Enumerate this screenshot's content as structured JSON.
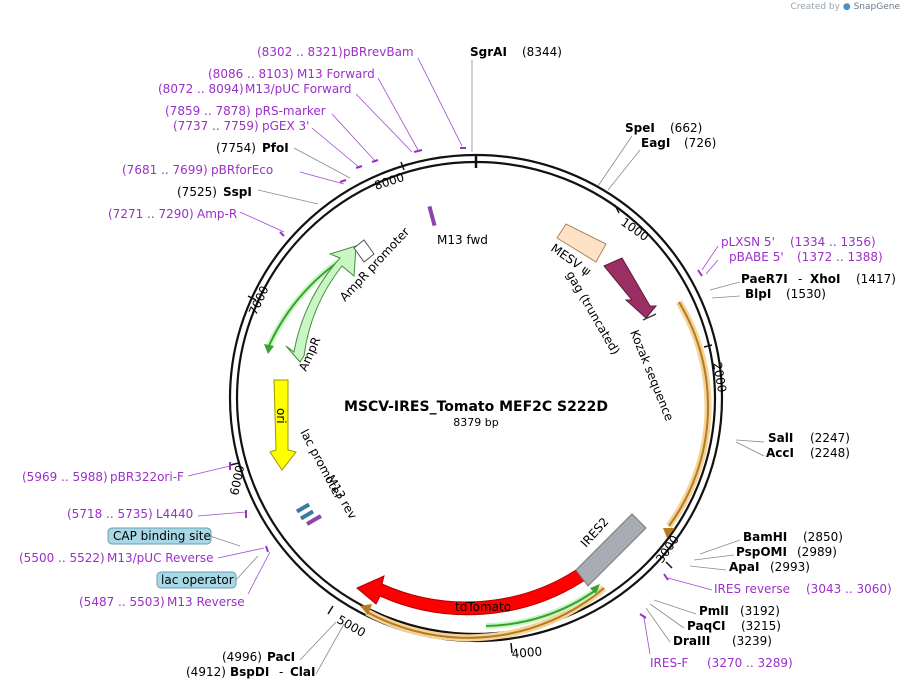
{
  "credit": {
    "prefix": "Created by",
    "brand": "SnapGene"
  },
  "plasmid": {
    "name": "MSCV-IRES_Tomato MEF2C S222D",
    "size": "8379 bp"
  },
  "ring_ticks": [
    "1000",
    "2000",
    "3000",
    "4000",
    "5000",
    "6000",
    "7000",
    "8000"
  ],
  "enzymes": [
    {
      "name": "SgrAI",
      "pos": "(8344)"
    },
    {
      "name": "SpeI",
      "pos": "(662)"
    },
    {
      "name": "EagI",
      "pos": "(726)"
    },
    {
      "name": "PaeR7I",
      "name2": "XhoI",
      "pos": "(1417)"
    },
    {
      "name": "BlpI",
      "pos": "(1530)"
    },
    {
      "name": "SalI",
      "pos": "(2247)"
    },
    {
      "name": "AccI",
      "pos": "(2248)"
    },
    {
      "name": "BamHI",
      "pos": "(2850)"
    },
    {
      "name": "PspOMI",
      "pos": "(2989)"
    },
    {
      "name": "ApaI",
      "pos": "(2993)"
    },
    {
      "name": "PmlI",
      "pos": "(3192)"
    },
    {
      "name": "PaqCI",
      "pos": "(3215)"
    },
    {
      "name": "DraIII",
      "pos": "(3239)"
    },
    {
      "name": "PacI",
      "pos": "(4996)"
    },
    {
      "name": "BspDI",
      "name2": "ClaI",
      "pos": "(4912)"
    },
    {
      "name": "SspI",
      "pos": "(7525)"
    },
    {
      "name": "PfoI",
      "pos": "(7754)"
    }
  ],
  "primers": [
    {
      "name": "pBRrevBam",
      "range": "(8302 .. 8321)"
    },
    {
      "name": "M13 Forward",
      "range": "(8086 .. 8103)"
    },
    {
      "name": "M13/pUC Forward",
      "range": "(8072 .. 8094)"
    },
    {
      "name": "pRS-marker",
      "range": "(7859 .. 7878)"
    },
    {
      "name": "pGEX 3'",
      "range": "(7737 .. 7759)"
    },
    {
      "name": "pBRforEco",
      "range": "(7681 .. 7699)"
    },
    {
      "name": "Amp-R",
      "range": "(7271 .. 7290)"
    },
    {
      "name": "pLXSN 5'",
      "range": "(1334 .. 1356)"
    },
    {
      "name": "pBABE 5'",
      "range": "(1372 .. 1388)"
    },
    {
      "name": "IRES reverse",
      "range": "(3043 .. 3060)"
    },
    {
      "name": "IRES-F",
      "range": "(3270 .. 3289)"
    },
    {
      "name": "pBR322ori-F",
      "range": "(5969 .. 5988)"
    },
    {
      "name": "L4440",
      "range": "(5718 .. 5735)"
    },
    {
      "name": "M13/pUC Reverse",
      "range": "(5500 .. 5522)"
    },
    {
      "name": "M13 Reverse",
      "range": "(5487 .. 5503)"
    }
  ],
  "boxed_features": [
    "CAP binding site",
    "lac operator"
  ],
  "features": {
    "m13_fwd": "M13 fwd",
    "ampr_promoter": "AmpR promoter",
    "ampr": "AmpR",
    "ori": "ori",
    "lac_promoter": "lac promoter",
    "m13_rev": "M13 rev",
    "mesv": "MESV ψ",
    "gag": "gag (truncated)",
    "kozak": "Kozak sequence",
    "ires2": "IRES2",
    "tdtomato": "tdTomato"
  },
  "colors": {
    "primer": "#9b30c8",
    "tdtomato": "#ff0000",
    "ires2": "#a7adb3",
    "gag": "#9b2e62",
    "mesv": "#fde2c6",
    "ori": "#ffff00",
    "ampr": "#c8f7c3",
    "orf_orange": "#e8a53a",
    "orf_green": "#3aa02e"
  }
}
